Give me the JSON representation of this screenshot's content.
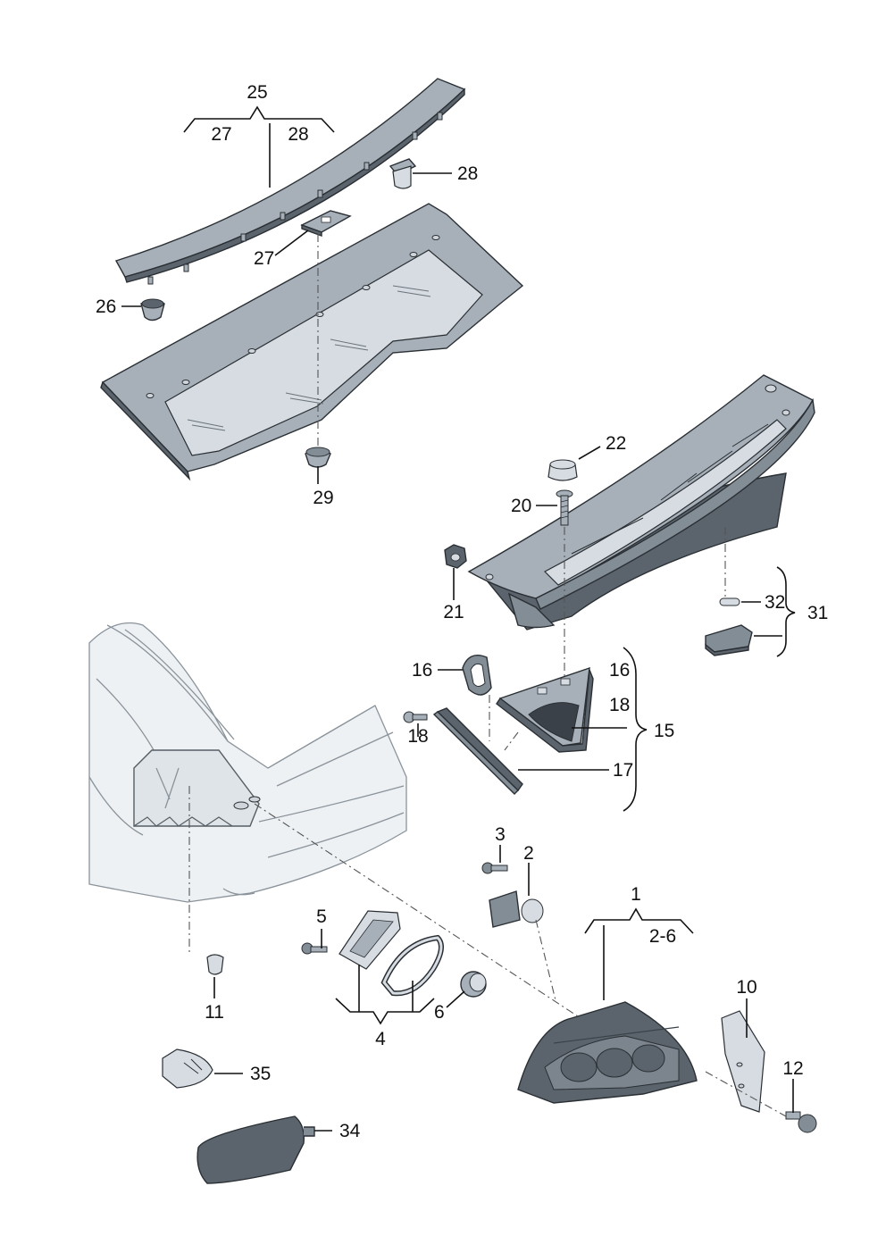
{
  "labels": {
    "l1": "1",
    "l2": "2",
    "l3": "3",
    "l4": "4",
    "l5": "5",
    "l6": "6",
    "l2_6": "2-6",
    "l10": "10",
    "l11": "11",
    "l12": "12",
    "l15": "15",
    "l16a": "16",
    "l16b": "16",
    "l17": "17",
    "l18a": "18",
    "l18b": "18",
    "l20": "20",
    "l21": "21",
    "l22": "22",
    "l25": "25",
    "l26": "26",
    "l27a": "27",
    "l27b": "27",
    "l28a": "28",
    "l28b": "28",
    "l29": "29",
    "l31": "31",
    "l32": "32",
    "l34": "34",
    "l35": "35"
  },
  "colors": {
    "part_dark": "#5b646c",
    "part_light": "#a7b0b8",
    "line": "#111111",
    "body": "#eef1f3"
  }
}
